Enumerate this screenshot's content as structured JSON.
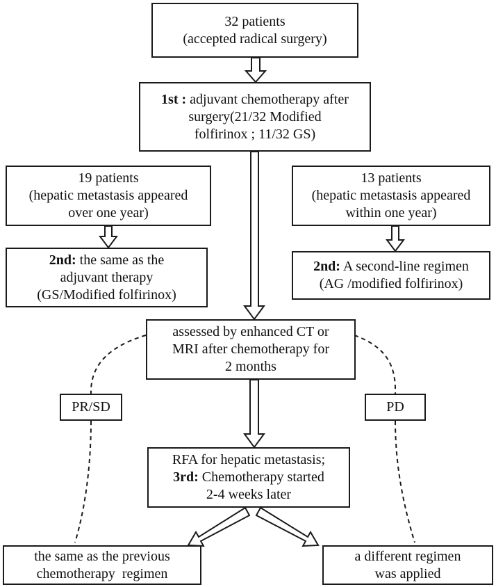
{
  "nodes": {
    "n1": {
      "lines": [
        "32 patients",
        "(accepted radical surgery)"
      ]
    },
    "n2": {
      "bold": "1st :",
      "lines": [
        " adjuvant chemotherapy after",
        "surgery(21/32 Modified",
        "folfirinox ; 11/32 GS)"
      ]
    },
    "n3": {
      "lines": [
        "19 patients",
        "(hepatic metastasis appeared",
        "over one year)"
      ]
    },
    "n4": {
      "lines": [
        "13 patients",
        "(hepatic metastasis appeared",
        "within one year)"
      ]
    },
    "n5": {
      "bold": "2nd:",
      "lines": [
        " the same as the",
        "adjuvant therapy",
        "(GS/Modified folfirinox)"
      ]
    },
    "n6": {
      "bold": "2nd:",
      "lines": [
        " A second-line regimen",
        "(AG /modified folfirinox)"
      ]
    },
    "n7": {
      "lines": [
        "assessed by enhanced CT or",
        "MRI after chemotherapy for",
        "2 months"
      ]
    },
    "n8": {
      "lines": [
        "PR/SD"
      ]
    },
    "n9": {
      "lines": [
        "PD"
      ]
    },
    "n10": {
      "bold": "3rd:",
      "lines": [
        "RFA for hepatic metastasis;",
        " Chemotherapy started",
        "2-4 weeks later"
      ]
    },
    "n11": {
      "lines": [
        "the same as the previous",
        "chemotherapy  regimen"
      ]
    },
    "n12": {
      "lines": [
        "a different regimen",
        "was applied"
      ]
    }
  },
  "colors": {
    "stroke": "#1a1a1a",
    "background": "#ffffff"
  }
}
